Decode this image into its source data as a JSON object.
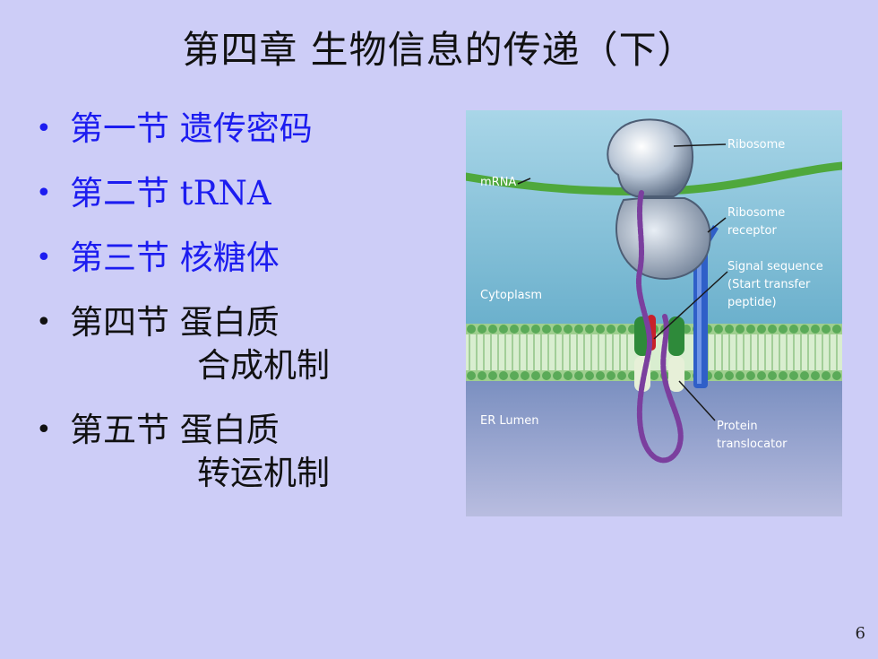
{
  "slide": {
    "title": "第四章 生物信息的传递（下）",
    "page_number": "6"
  },
  "bullets": [
    {
      "text": "第一节 遗传密码",
      "color": "#1c1cf0"
    },
    {
      "text": "第二节 tRNA",
      "color": "#1c1cf0"
    },
    {
      "text": "第三节 核糖体",
      "color": "#1c1cf0"
    },
    {
      "line1": "第四节 蛋白质",
      "line2": "合成机制",
      "color": "#111111"
    },
    {
      "line1": "第五节 蛋白质",
      "line2": "转运机制",
      "color": "#111111"
    }
  ],
  "figure": {
    "labels": {
      "ribosome": "Ribosome",
      "mrna": "mRNA",
      "ribosome_receptor_1": "Ribosome",
      "ribosome_receptor_2": "receptor",
      "signal_1": "Signal sequence",
      "signal_2": "(Start transfer",
      "signal_3": "peptide)",
      "cytoplasm": "Cytoplasm",
      "er_lumen": "ER Lumen",
      "translocator_1": "Protein",
      "translocator_2": "translocator"
    }
  }
}
